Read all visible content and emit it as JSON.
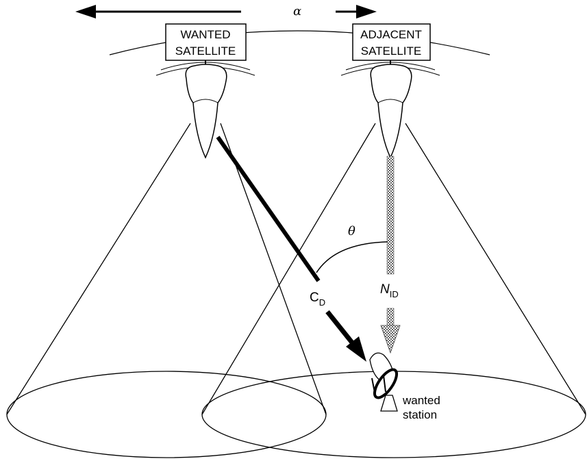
{
  "labels": {
    "alpha": "α",
    "theta": "θ",
    "wanted_satellite": [
      "WANTED",
      "SATELLITE"
    ],
    "adjacent_satellite": [
      "ADJACENT",
      "SATELLITE"
    ],
    "carrier": {
      "main": "C",
      "sub": "D"
    },
    "noise": {
      "main": "N",
      "sub": "ID"
    },
    "station": [
      "wanted",
      "station"
    ]
  },
  "colors": {
    "line": "#000000",
    "noise_beam": "#555555",
    "background": "#ffffff"
  }
}
